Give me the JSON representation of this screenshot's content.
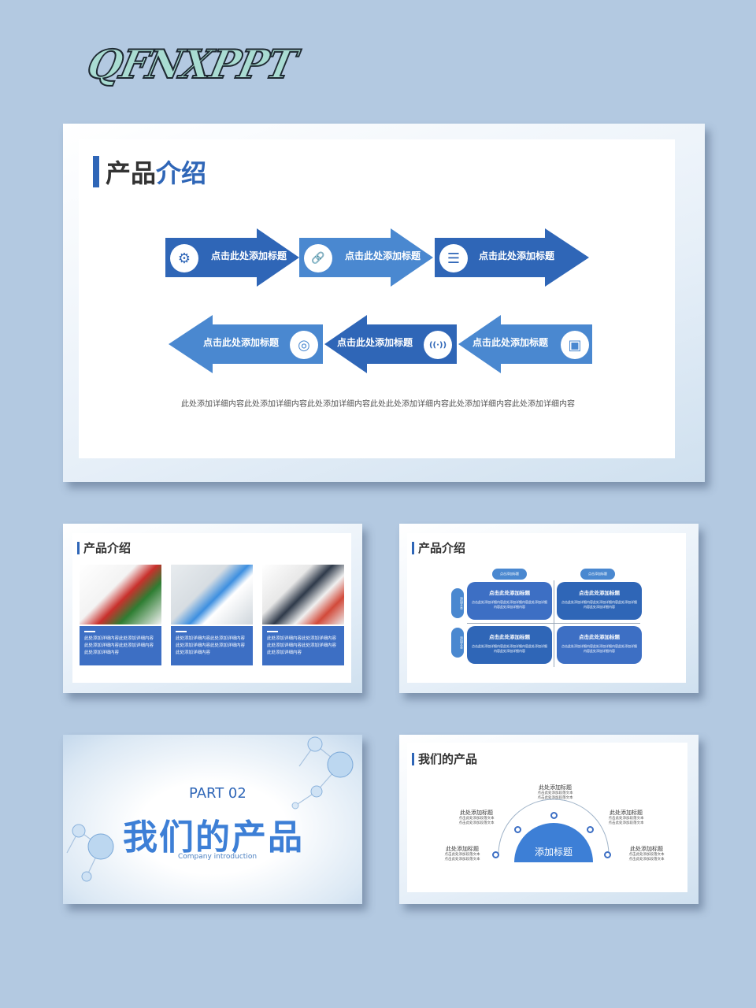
{
  "logo": "QFNXPPT",
  "slide1": {
    "title_part1": "产品",
    "title_part2": "介绍",
    "arrows_top": [
      {
        "label": "点击此处添加标题",
        "icon": "gears-icon",
        "glyph": "⚙"
      },
      {
        "label": "点击此处添加标题",
        "icon": "link-icon",
        "glyph": "🔗"
      },
      {
        "label": "点击此处添加标题",
        "icon": "database-icon",
        "glyph": "☰"
      }
    ],
    "arrows_bottom": [
      {
        "label": "点击此处添加标题",
        "icon": "target-icon",
        "glyph": "◎"
      },
      {
        "label": "点击此处添加标题",
        "icon": "signal-icon",
        "glyph": "((·))"
      },
      {
        "label": "点击此处添加标题",
        "icon": "box-icon",
        "glyph": "▣"
      }
    ],
    "description": "此处添加详细内容此处添加详细内容此处添加详细内容此处此处添加详细内容此处添加详细内容此处添加详细内容",
    "colors": {
      "dark": "#2f66b7",
      "light": "#4a88d0"
    }
  },
  "slide2": {
    "title": "产品介绍",
    "cards": [
      {
        "photo": "pills-thermometer-photo",
        "text": "此处添加详细内容此处添加详细内容此处添加详细内容此处添加详细内容此处添加详细内容"
      },
      {
        "photo": "capsules-glass-photo",
        "text": "此处添加详细内容此处添加详细内容此处添加详细内容此处添加详细内容此处添加详细内容"
      },
      {
        "photo": "glucose-meter-photo",
        "text": "此处添加详细内容此处添加详细内容此处添加详细内容此处添加详细内容此处添加详细内容"
      }
    ]
  },
  "slide3": {
    "title": "产品介绍",
    "top_tags": [
      "点击添加标题",
      "点击添加标题"
    ],
    "side_tags": [
      "添加文本",
      "添加文本"
    ],
    "quads": [
      {
        "title": "点击此处添加标题",
        "body": "点击此处添加详细内容此处添加详细内容此处添加详细内容此处添加详细内容"
      },
      {
        "title": "点击此处添加标题",
        "body": "点击此处添加详细内容此处添加详细内容此处添加详细内容此处添加详细内容"
      },
      {
        "title": "点击此处添加标题",
        "body": "点击此处添加详细内容此处添加详细内容此处添加详细内容此处添加详细内容"
      },
      {
        "title": "点击此处添加标题",
        "body": "点击此处添加详细内容此处添加详细内容此处添加详细内容此处添加详细内容"
      }
    ]
  },
  "slide4": {
    "part": "PART 02",
    "title": "我们的产品",
    "subtitle": "Company introduction"
  },
  "slide5": {
    "title": "我们的产品",
    "center_label": "添加标题",
    "items": [
      {
        "title": "此处添加标题",
        "line1": "点击此处添加段落文本",
        "line2": "点击此处添加段落文本"
      },
      {
        "title": "此处添加标题",
        "line1": "点击此处添加段落文本",
        "line2": "点击此处添加段落文本"
      },
      {
        "title": "此处添加标题",
        "line1": "点击此处添加段落文本",
        "line2": "点击此处添加段落文本"
      },
      {
        "title": "此处添加标题",
        "line1": "点击此处添加段落文本",
        "line2": "点击此处添加段落文本"
      },
      {
        "title": "此处添加标题",
        "line1": "点击此处添加段落文本",
        "line2": "点击此处添加段落文本"
      }
    ]
  }
}
